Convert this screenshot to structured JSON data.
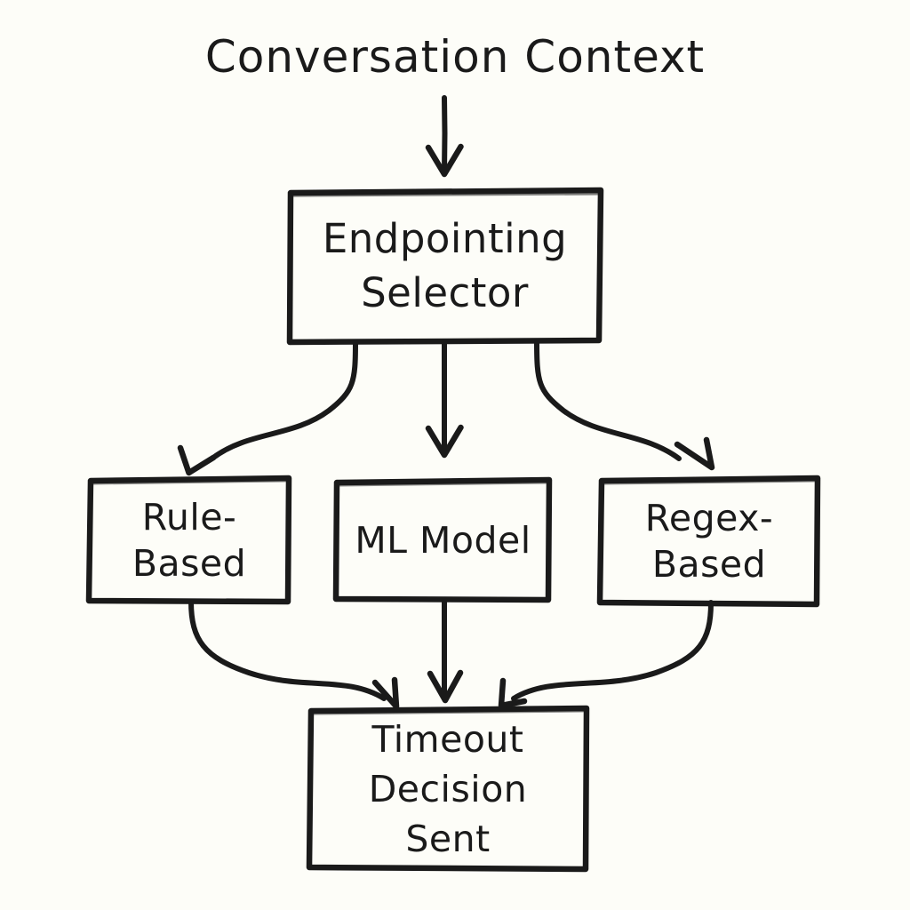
{
  "diagram": {
    "title": "Conversation Context",
    "style": "hand-drawn sketch flowchart",
    "background_color": "#fdfdf8",
    "stroke_color": "#1a1a1a",
    "nodes": [
      {
        "id": "selector",
        "lines": [
          "Endpointing",
          "Selector"
        ],
        "shape": "rectangle"
      },
      {
        "id": "rule-based",
        "lines": [
          "Rule-",
          "Based"
        ],
        "shape": "rectangle"
      },
      {
        "id": "ml-model",
        "lines": [
          "ML Model"
        ],
        "shape": "rectangle"
      },
      {
        "id": "regex-based",
        "lines": [
          "Regex-",
          "Based"
        ],
        "shape": "rectangle"
      },
      {
        "id": "timeout",
        "lines": [
          "Timeout",
          "Decision",
          "Sent"
        ],
        "shape": "rectangle"
      }
    ],
    "edges": [
      {
        "id": "title-to-selector",
        "from": "Conversation Context",
        "to": "Endpointing Selector",
        "kind": "straight-arrow"
      },
      {
        "id": "selector-to-rule",
        "from": "Endpointing Selector",
        "to": "Rule-Based",
        "kind": "curved-arrow"
      },
      {
        "id": "selector-to-ml",
        "from": "Endpointing Selector",
        "to": "ML Model",
        "kind": "straight-arrow"
      },
      {
        "id": "selector-to-regex",
        "from": "Endpointing Selector",
        "to": "Regex-Based",
        "kind": "curved-arrow"
      },
      {
        "id": "rule-to-timeout",
        "from": "Rule-Based",
        "to": "Timeout Decision Sent",
        "kind": "curved-arrow"
      },
      {
        "id": "ml-to-timeout",
        "from": "ML Model",
        "to": "Timeout Decision Sent",
        "kind": "straight-arrow"
      },
      {
        "id": "regex-to-timeout",
        "from": "Regex-Based",
        "to": "Timeout Decision Sent",
        "kind": "curved-arrow"
      }
    ]
  }
}
